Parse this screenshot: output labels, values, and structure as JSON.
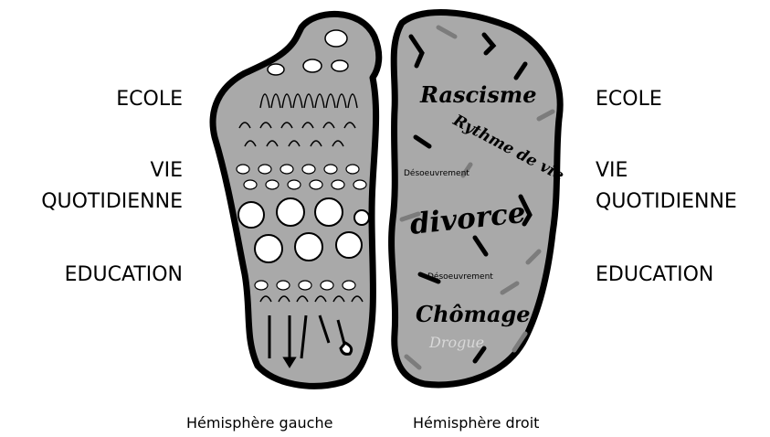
{
  "left_labels": {
    "school": "ECOLE",
    "daily_life_1": "VIE",
    "daily_life_2": "QUOTIDIENNE",
    "education": "EDUCATION"
  },
  "right_labels": {
    "school": "ECOLE",
    "daily_life_1": "VIE",
    "daily_life_2": "QUOTIDIENNE",
    "education": "EDUCATION"
  },
  "captions": {
    "left": "Hémisphère gauche",
    "right": "Hémisphère droit"
  },
  "right_hemisphere_words": {
    "racism": "Rascisme",
    "rhythm": "Rythme de vie",
    "idleness_1": "Désoeuvrement",
    "divorce": "divorce",
    "idleness_2": "Désoeuvrement",
    "unemployment": "Chômage",
    "faded": "Drogue"
  },
  "colors": {
    "hemisphere_fill": "#a9a9a9",
    "outline": "#000000",
    "weed": "#7c7c7c"
  }
}
